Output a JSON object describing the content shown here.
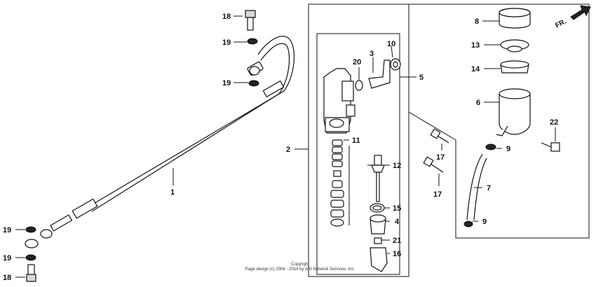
{
  "direction": {
    "label": "FR."
  },
  "callouts": {
    "c1": "1",
    "c2": "2",
    "c3": "3",
    "c4": "4",
    "c5": "5",
    "c6": "6",
    "c7": "7",
    "c8": "8",
    "c9a": "9",
    "c9b": "9",
    "c10": "10",
    "c11": "11",
    "c12": "12",
    "c13": "13",
    "c14": "14",
    "c15": "15",
    "c16": "16",
    "c17a": "17",
    "c17b": "17",
    "c18a": "18",
    "c18b": "18",
    "c19a": "19",
    "c19b": "19",
    "c19c": "19",
    "c19d": "19",
    "c20": "20",
    "c21": "21",
    "c22": "22"
  },
  "copyright": {
    "line1": "Copyright",
    "line2": "Page design (c) 2004 - 2014 by ARI Network Services, Inc."
  },
  "colors": {
    "line": "#111111",
    "background": "#ffffff"
  }
}
